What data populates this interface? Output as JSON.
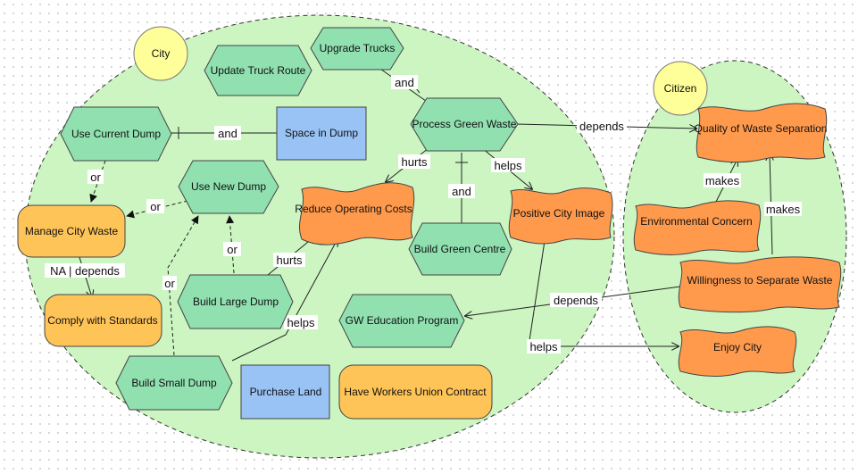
{
  "colors": {
    "boundary_fill": "#ccf5c2",
    "actor_fill": "#ffff99",
    "task_fill": "#90e0b0",
    "resource_fill": "#99c2f5",
    "softgoal_fill": "#ff9a4d",
    "goal_fill": "#ffc457"
  },
  "actors": [
    {
      "id": "city",
      "label": "City"
    },
    {
      "id": "citizen",
      "label": "Citizen"
    }
  ],
  "nodes": {
    "upgrade_trucks": {
      "label": "Upgrade Trucks",
      "type": "task"
    },
    "update_truck_route": {
      "label": "Update Truck Route",
      "type": "task"
    },
    "process_green_waste": {
      "label": "Process Green Waste",
      "type": "task"
    },
    "use_current_dump": {
      "label": "Use Current Dump",
      "type": "task"
    },
    "space_in_dump": {
      "label": "Space in Dump",
      "type": "resource"
    },
    "use_new_dump": {
      "label": "Use New Dump",
      "type": "task"
    },
    "manage_city_waste": {
      "label": "Manage City Waste",
      "type": "goal"
    },
    "reduce_operating_costs": {
      "label": "Reduce Operating Costs",
      "type": "softgoal"
    },
    "positive_city_image": {
      "label": "Positive City Image",
      "type": "softgoal"
    },
    "build_green_centre": {
      "label": "Build Green Centre",
      "type": "task"
    },
    "build_large_dump": {
      "label": "Build Large Dump",
      "type": "task"
    },
    "comply_with_standards": {
      "label": "Comply with Standards",
      "type": "goal"
    },
    "gw_education_program": {
      "label": "GW Education Program",
      "type": "task"
    },
    "build_small_dump": {
      "label": "Build Small Dump",
      "type": "task"
    },
    "purchase_land": {
      "label": "Purchase Land",
      "type": "resource"
    },
    "have_workers_union_contract": {
      "label": "Have Workers Union Contract",
      "type": "goal"
    },
    "quality_of_waste_separation": {
      "label": "Quality of Waste Separation",
      "type": "softgoal"
    },
    "environmental_concern": {
      "label": "Environmental Concern",
      "type": "softgoal"
    },
    "willingness_to_separate_waste": {
      "label": "Willingness to Separate Waste",
      "type": "softgoal"
    },
    "enjoy_city": {
      "label": "Enjoy City",
      "type": "softgoal"
    }
  },
  "links": [
    {
      "from": "upgrade_trucks",
      "to": "process_green_waste",
      "label": "and"
    },
    {
      "from": "space_in_dump",
      "to": "use_current_dump",
      "label": "and"
    },
    {
      "from": "process_green_waste",
      "to": "quality_of_waste_separation",
      "label": "depends"
    },
    {
      "from": "process_green_waste",
      "to": "reduce_operating_costs",
      "label": "hurts"
    },
    {
      "from": "process_green_waste",
      "to": "positive_city_image",
      "label": "helps"
    },
    {
      "from": "build_green_centre",
      "to": "process_green_waste",
      "label": "and"
    },
    {
      "from": "use_current_dump",
      "to": "manage_city_waste",
      "label": "or"
    },
    {
      "from": "use_new_dump",
      "to": "manage_city_waste",
      "label": "or"
    },
    {
      "from": "manage_city_waste",
      "to": "comply_with_standards",
      "label": "NA | depends"
    },
    {
      "from": "build_large_dump",
      "to": "use_new_dump",
      "label": "or"
    },
    {
      "from": "build_large_dump",
      "to": "reduce_operating_costs",
      "label": "hurts"
    },
    {
      "from": "build_small_dump",
      "to": "use_new_dump",
      "label": "or"
    },
    {
      "from": "build_small_dump",
      "to": "reduce_operating_costs",
      "label": "helps"
    },
    {
      "from": "positive_city_image",
      "to": "enjoy_city",
      "label": "helps"
    },
    {
      "from": "willingness_to_separate_waste",
      "to": "gw_education_program",
      "label": "depends"
    },
    {
      "from": "environmental_concern",
      "to": "quality_of_waste_separation",
      "label": "makes"
    },
    {
      "from": "willingness_to_separate_waste",
      "to": "quality_of_waste_separation",
      "label": "makes"
    }
  ]
}
